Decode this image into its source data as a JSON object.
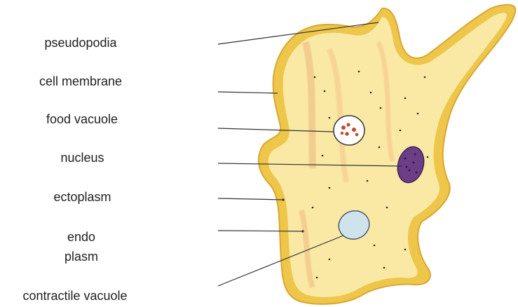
{
  "labels": {
    "pseudopodia": "pseudopodia",
    "cell_membrane": "cell membrane",
    "food_vacuole": "food vacuole",
    "nucleus": "nucleus",
    "ectoplasm": "ectoplasm",
    "endoplasm_line1": "endo",
    "endoplasm_line2": "plasm",
    "contractile_vacuole": "contractile vacuole"
  },
  "colors": {
    "membrane": "#eec64a",
    "cytoplasm": "#fae9a4",
    "nucleus": "#6b3e86",
    "contractile_vacuole": "#cfe3ec",
    "food_vacuole": "#ffffff",
    "food_particles": "#c4492f",
    "leader_line": "#333333"
  }
}
